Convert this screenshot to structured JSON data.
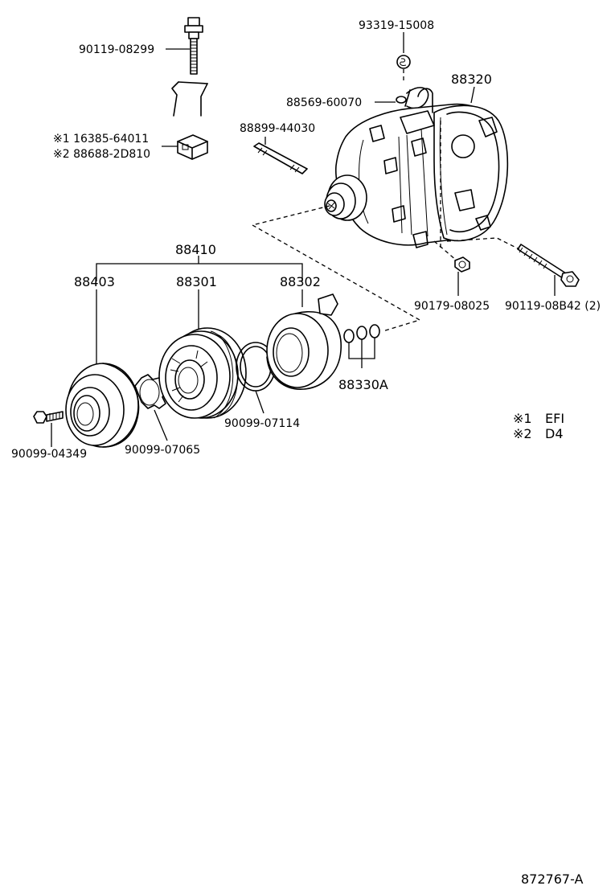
{
  "diagram": {
    "labels": {
      "bolt_top": "90119-08299",
      "plug": "93319-15008",
      "compressor": "88320",
      "clip": "88569-60070",
      "bracket_1": "※1 16385-64011",
      "bracket_2": "※2 88688-2D810",
      "stud": "88899-44030",
      "clutch_assy": "88410",
      "pressure_plate": "88403",
      "rotor": "88301",
      "stator": "88302",
      "nut": "90179-08025",
      "bolt_long": "90119-08B42 (2)",
      "shims": "88330A",
      "snap_ring_rotor": "90099-07114",
      "bolt_small": "90099-04349",
      "snap_ring_plate": "90099-07065",
      "drawing_id": "872767-A"
    },
    "legend": [
      {
        "mark": "※1",
        "text": "EFI"
      },
      {
        "mark": "※2",
        "text": "D4"
      }
    ]
  }
}
